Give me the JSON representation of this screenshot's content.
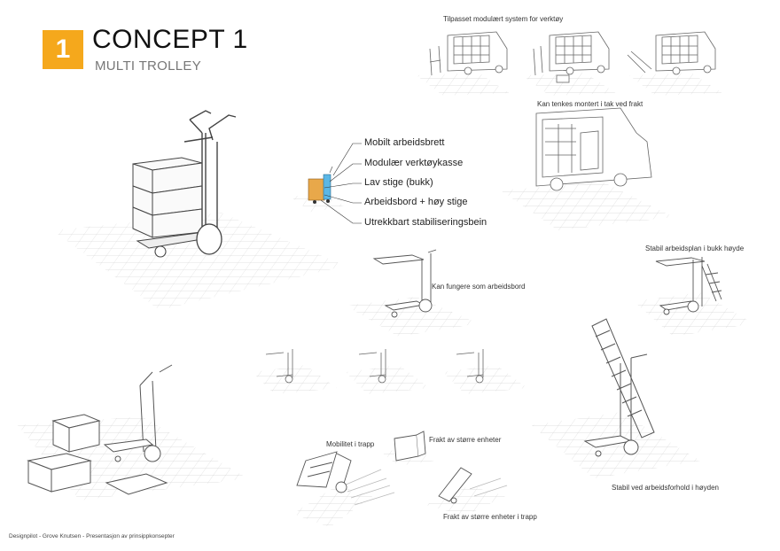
{
  "header": {
    "number": "1",
    "title": "CONCEPT 1",
    "subtitle": "MULTI TROLLEY"
  },
  "callouts": [
    "Mobilt arbeidsbrett",
    "Modulær verktøykasse",
    "Lav stige (bukk)",
    "Arbeidsbord + høy stige",
    "Utrekkbart stabiliseringsbein"
  ],
  "labels": {
    "modular_system": "Tilpasset modulært system for verktøy",
    "roof_mount": "Kan tenkes montert i tak ved frakt",
    "workbench": "Kan fungere som arbeidsbord",
    "stable_plane": "Stabil arbeidsplan i bukk høyde",
    "stairs_mobility": "Mobilitet i trapp",
    "large_units": "Frakt av større enheter",
    "large_units_stairs": "Frakt av større enheter i trapp",
    "stable_height": "Stabil ved arbeidsforhold i høyden"
  },
  "footer": "Designpilot - Grove Knutsen - Presentasjon av prinsippkonsepter",
  "colors": {
    "accent": "#f5a81c",
    "line": "#555555",
    "grid": "#c8c8c8",
    "box_orange": "#e8a84a",
    "box_blue": "#5bb7e5"
  }
}
